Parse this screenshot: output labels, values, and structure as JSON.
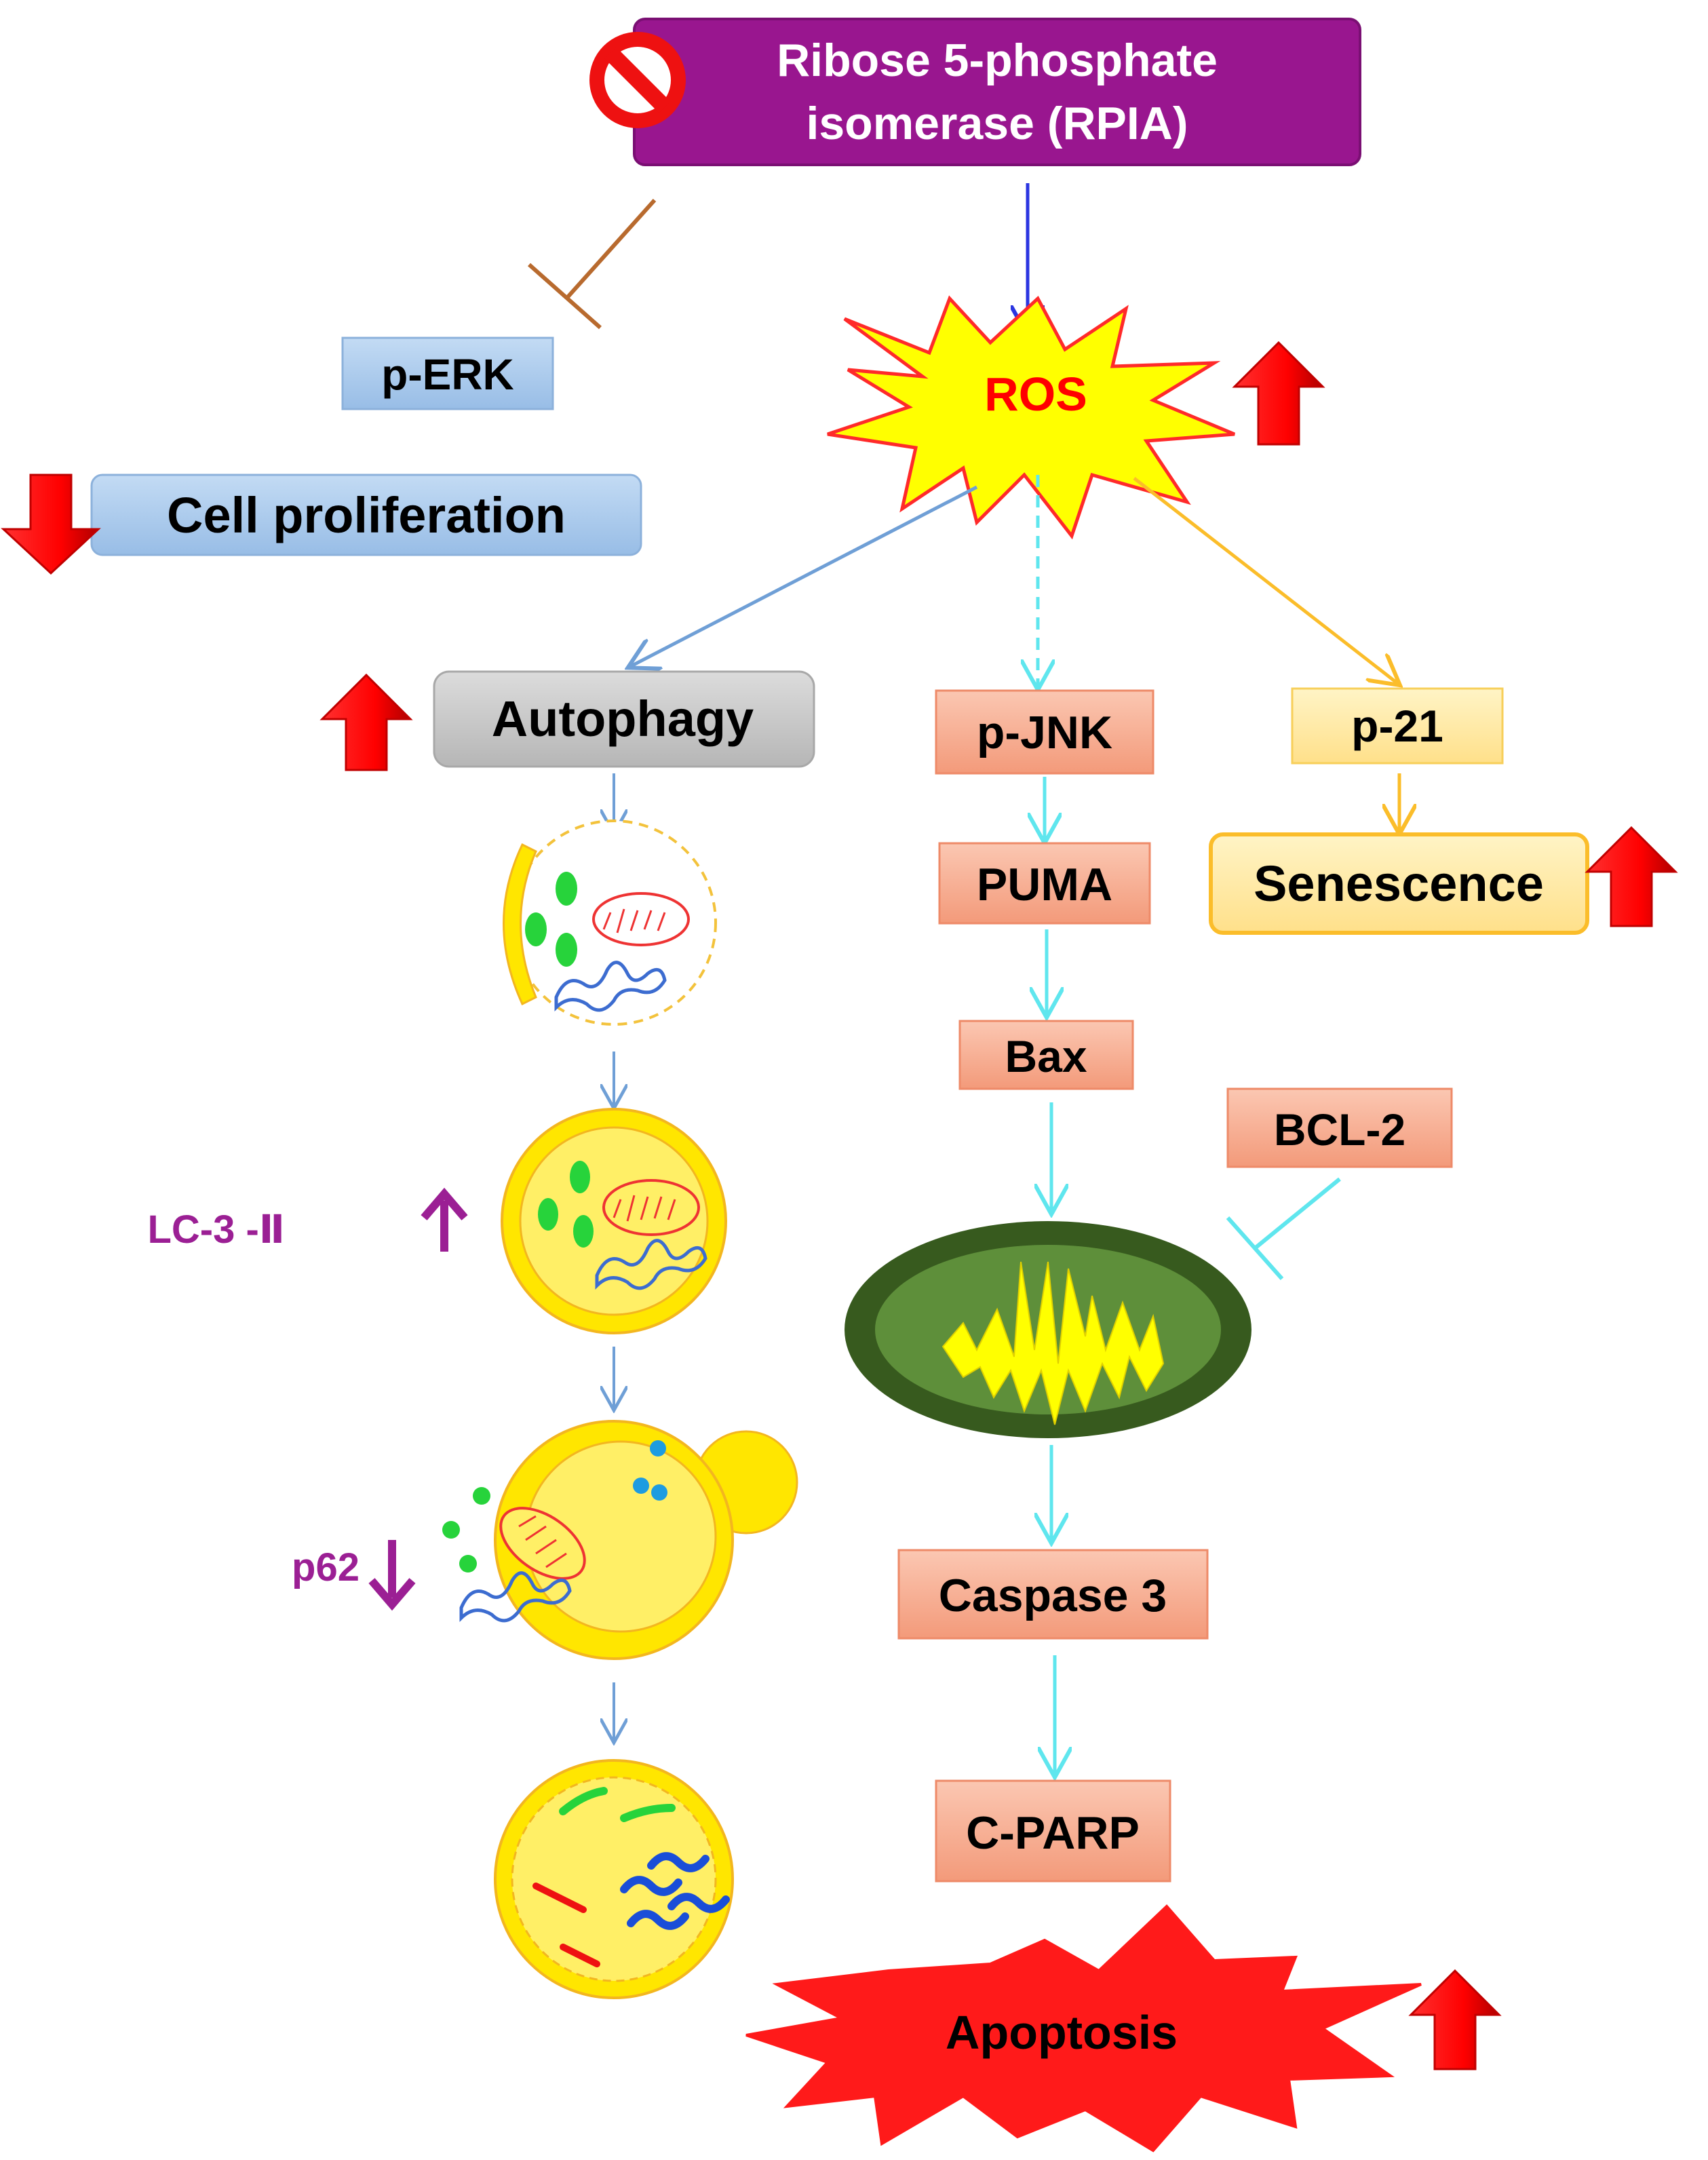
{
  "colors": {
    "rpia_fill": "#99168f",
    "ros_fill": "#ffff00",
    "ros_text": "#ff0000",
    "blue_box": "#a9c8ea",
    "gray_box": "#c8c8c8",
    "salmon_box": "#f7a98c",
    "yellow_box": "#ffe8a0",
    "up_arrow": "#ff0000",
    "cyan_arrow": "#5fe6ee",
    "steel_arrow": "#6f9fd6",
    "orange_arrow": "#fbbd2a",
    "purple_text": "#9b1f94",
    "mito_dark": "#375a1e",
    "mito_light": "#5e8f3a",
    "apoptosis_fill": "#ff1a1a"
  },
  "nodes": {
    "rpia": {
      "line1": "Ribose 5-phosphate",
      "line2": "isomerase (RPIA)",
      "icon": "prohibited-icon"
    },
    "ros": "ROS",
    "perk": "p-ERK",
    "cell_proliferation": "Cell proliferation",
    "autophagy": "Autophagy",
    "pjnk": "p-JNK",
    "puma": "PUMA",
    "bax": "Bax",
    "bcl2": "BCL-2",
    "caspase3": "Caspase 3",
    "cparp": "C-PARP",
    "apoptosis": "Apoptosis",
    "p21": "p-21",
    "senescence": "Senescence"
  },
  "markers": {
    "lc3": "LC-3 -Ⅱ",
    "p62": "p62"
  },
  "indicators": [
    {
      "target": "ros",
      "direction": "up"
    },
    {
      "target": "cell_proliferation",
      "direction": "down"
    },
    {
      "target": "autophagy",
      "direction": "up"
    },
    {
      "target": "senescence",
      "direction": "up"
    },
    {
      "target": "apoptosis",
      "direction": "up"
    },
    {
      "target": "lc3",
      "direction": "up"
    },
    {
      "target": "p62",
      "direction": "down"
    }
  ]
}
